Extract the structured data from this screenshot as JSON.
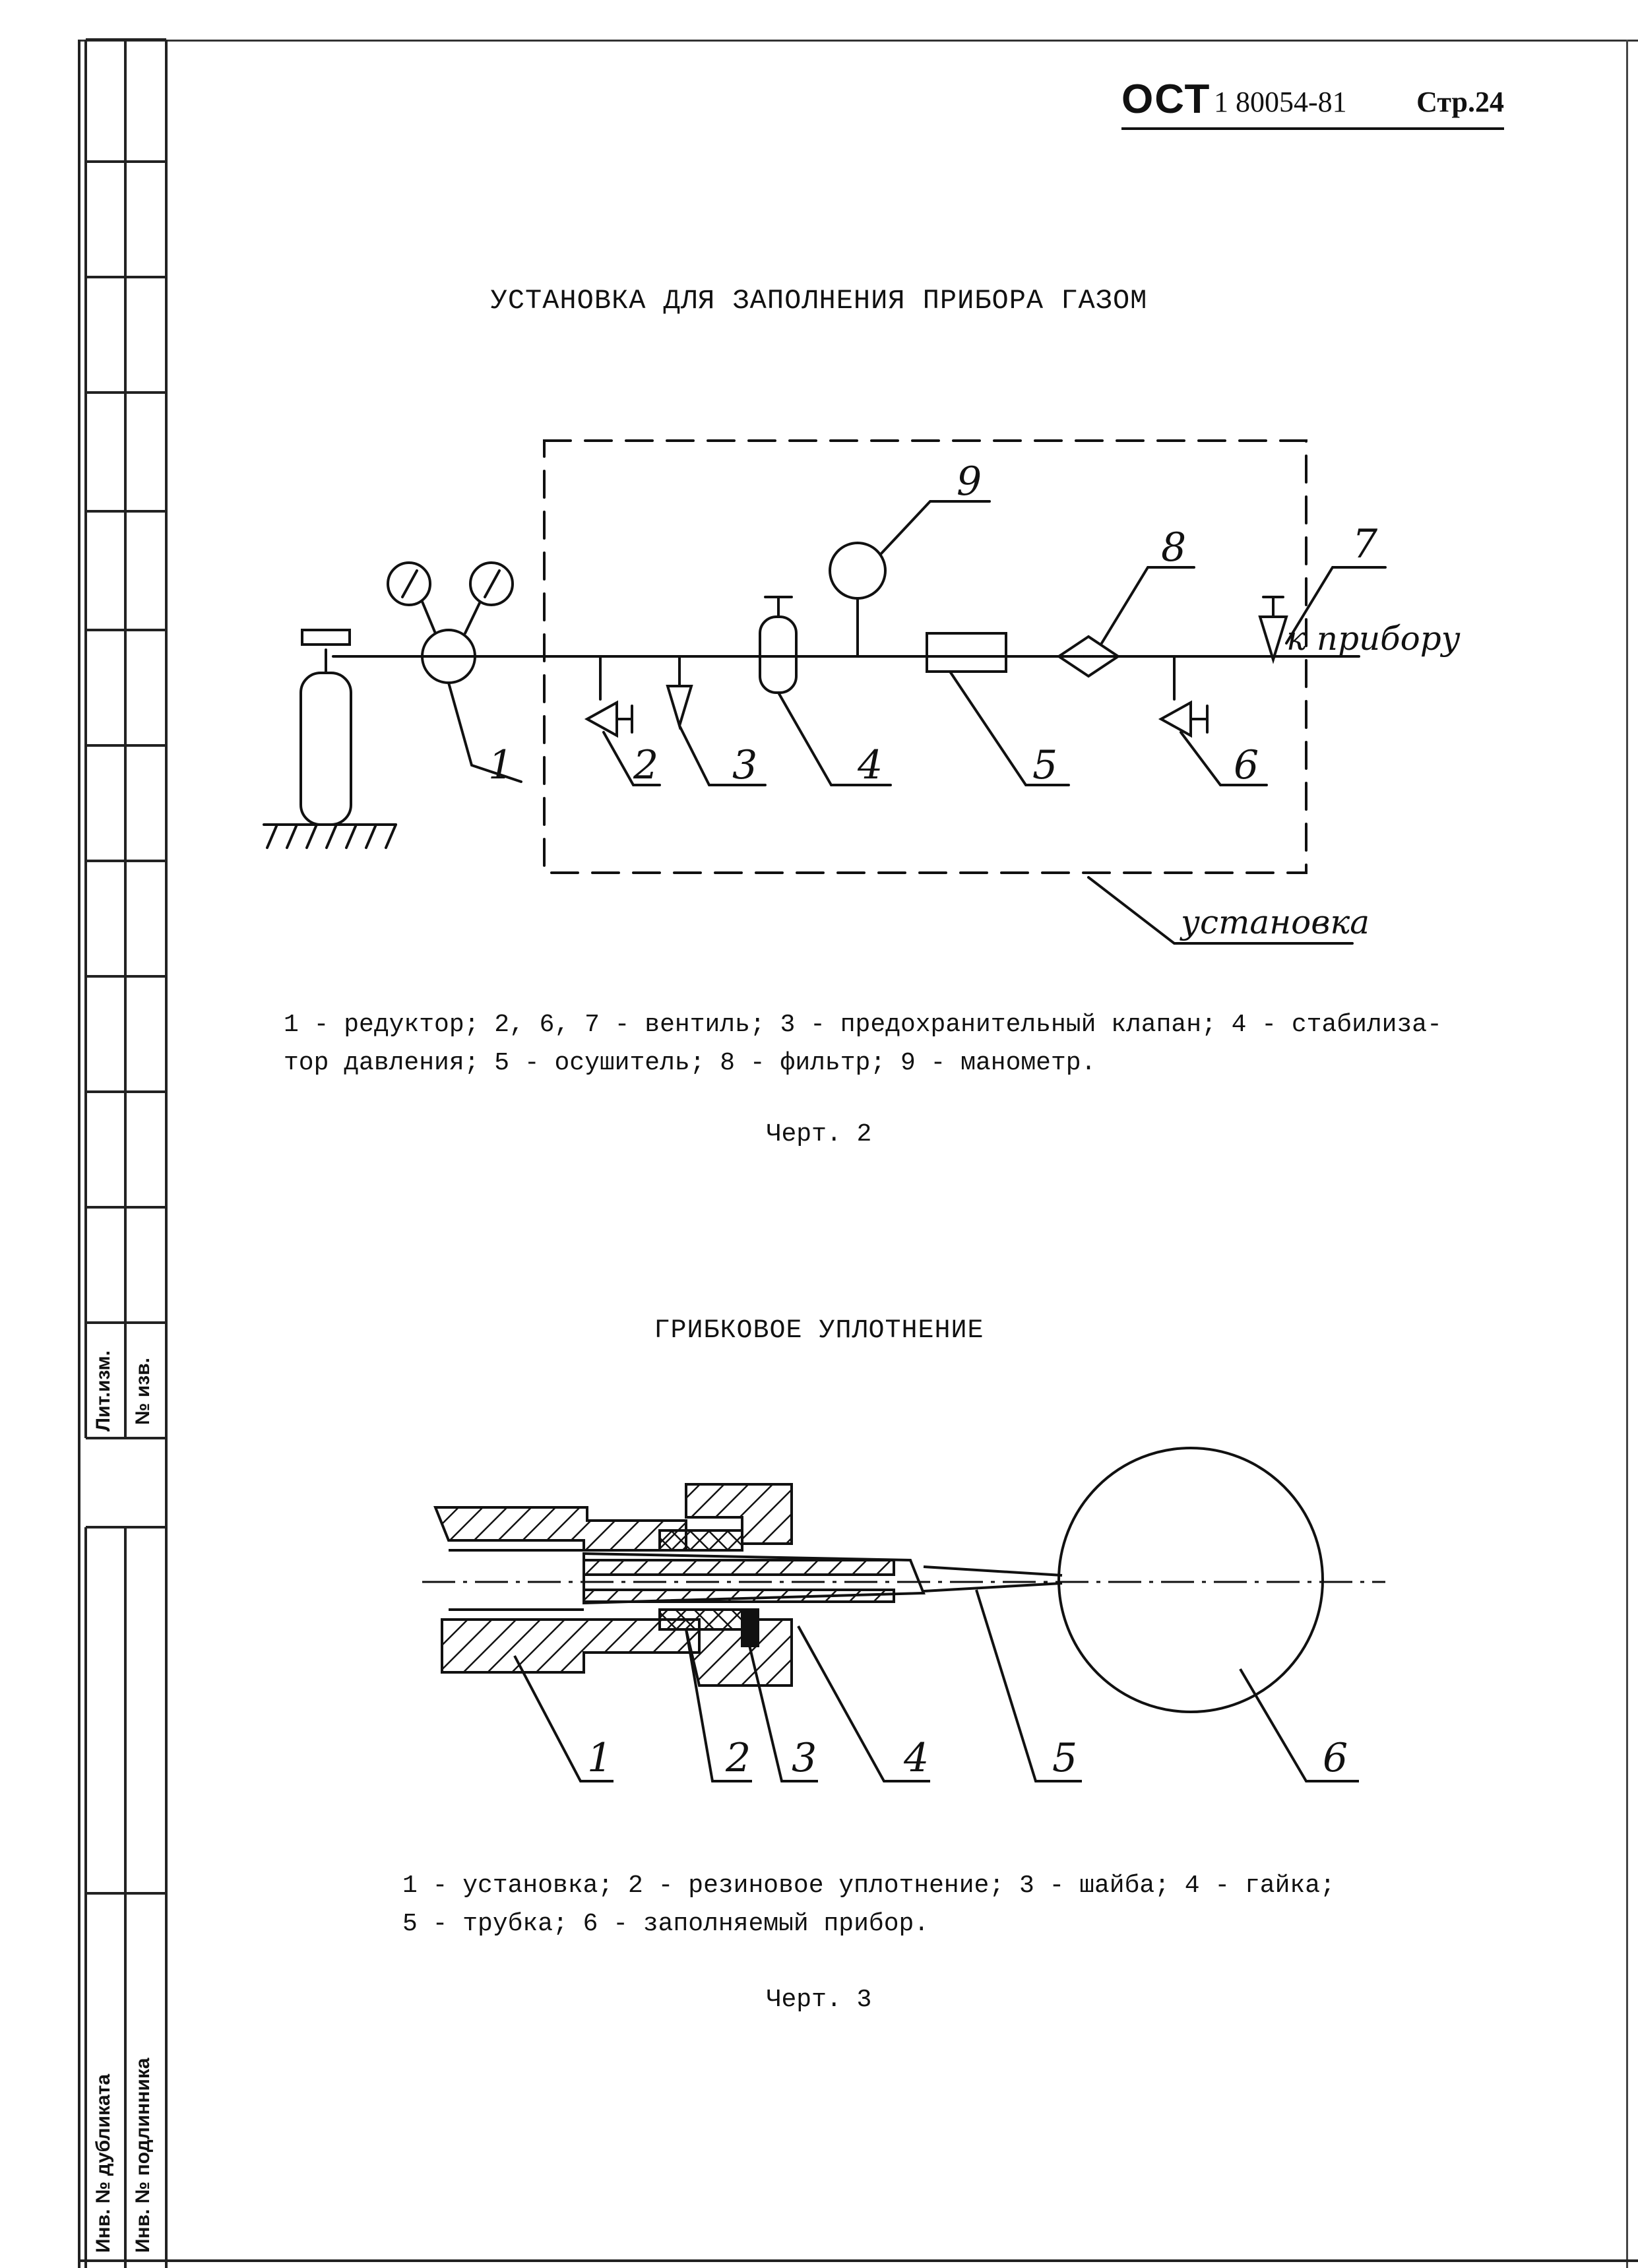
{
  "header": {
    "standard": "ОСТ",
    "number": "1 80054-81",
    "page": "Стр.24"
  },
  "figure2": {
    "title": "УСТАНОВКА ДЛЯ ЗАПОЛНЕНИЯ ПРИБОРА ГАЗОМ",
    "labels": {
      "n1": "1",
      "n2": "2",
      "n3": "3",
      "n4": "4",
      "n5": "5",
      "n6": "6",
      "n7": "7",
      "n8": "8",
      "n9": "9",
      "to_device": "к прибору",
      "installation": "установка"
    },
    "caption_line1": "1 - редуктор; 2, 6, 7 - вентиль; 3 - предохранительный клапан; 4 - стабилиза-",
    "caption_line2": "тор давления; 5 - осушитель; 8 - фильтр; 9 - манометр.",
    "fig_label": "Черт. 2"
  },
  "figure3": {
    "title": "ГРИБКОВОЕ УПЛОТНЕНИЕ",
    "labels": {
      "n1": "1",
      "n2": "2",
      "n3": "3",
      "n4": "4",
      "n5": "5",
      "n6": "6"
    },
    "caption_line1": "1 - установка; 2 - резиновое уплотнение; 3 - шайба; 4 - гайка;",
    "caption_line2": "5 - трубка; 6 - заполняемый прибор.",
    "fig_label": "Черт. 3"
  },
  "stamp": {
    "lit_izm": "Лит.изм.",
    "no_izv": "№ изв.",
    "inv_dubl": "Инв. № дубликата",
    "inv_podl": "Инв. № подлинника"
  }
}
